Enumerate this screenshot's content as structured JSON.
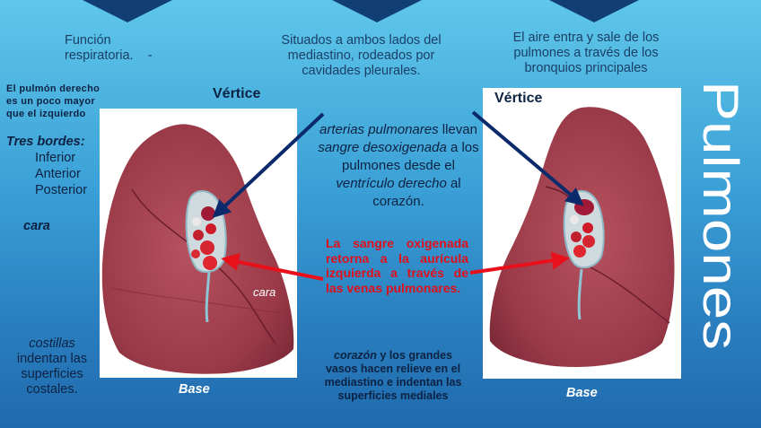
{
  "top_notes": {
    "left_line1": "Función",
    "left_line2": "respiratoria.",
    "left_dash": "-",
    "center": "Situados a ambos lados del mediastino, rodeados por cavidades pleurales.",
    "right": "El aire entra y sale de los pulmones a través de los bronquios principales"
  },
  "side_notes": {
    "size_note": "El pulmón derecho es un poco mayor que el izquierdo",
    "borders_title": "Tres bordes:",
    "borders": [
      "Inferior",
      "Anterior",
      "Posterior"
    ],
    "cara": "cara",
    "costillas_em": "costillas",
    "costillas_rest": "indentan las superficies costales."
  },
  "left_lung": {
    "apex_label": "Vértice",
    "base_label": "Base",
    "face_label": "cara"
  },
  "right_lung": {
    "apex_label": "Vértice",
    "base_label": "Base"
  },
  "center_notes": {
    "arteries": [
      "arterias pulmonares",
      " llevan ",
      "sangre desoxigenada",
      " a los pulmones desde el ",
      "ventrículo derecho",
      " al corazón."
    ],
    "veins": "La sangre oxigenada retorna a la aurícula izquierda a través de las venas pulmonares.",
    "heart_em": "corazón",
    "heart_rest": " y los grandes vasos hacen relieve en el mediastino e indentan las superficies mediales"
  },
  "title": "Pulmones",
  "colors": {
    "arrow_blue": "#0b2a6b",
    "arrow_red": "#e8101a",
    "lung_tissue": "#9e3d4b",
    "text_dark": "#0d2242"
  }
}
